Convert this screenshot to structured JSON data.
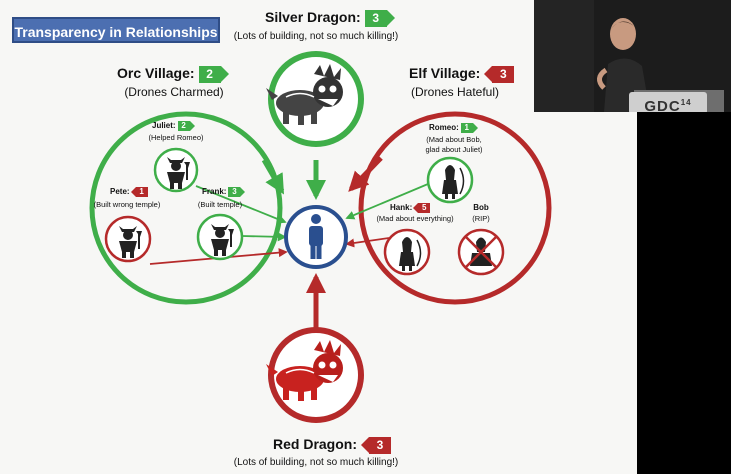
{
  "slide": {
    "title": "Transparency in Relationships",
    "silver_dragon": {
      "name": "Silver Dragon:",
      "score": "3",
      "note": "(Lots of building, not so much killing!)"
    },
    "red_dragon": {
      "name": "Red Dragon:",
      "score": "3",
      "note": "(Lots of building, not so much killing!)"
    },
    "orc_village": {
      "name": "Orc Village:",
      "score": "2",
      "note": "(Drones Charmed)"
    },
    "elf_village": {
      "name": "Elf Village:",
      "score": "3",
      "note": "(Drones Hateful)"
    },
    "juliet": {
      "name": "Juliet:",
      "score": "2",
      "note": "(Helped Romeo)"
    },
    "pete": {
      "name": "Pete:",
      "score": "1",
      "note": "(Built wrong temple)"
    },
    "frank": {
      "name": "Frank:",
      "score": "3",
      "note": "(Built temple)"
    },
    "romeo": {
      "name": "Romeo:",
      "score": "1",
      "note1": "(Mad about Bob,",
      "note2": "glad about Juliet)"
    },
    "hank": {
      "name": "Hank:",
      "score": "5",
      "note": "(Mad about everything)"
    },
    "bob": {
      "name": "Bob",
      "note": "(RIP)"
    }
  },
  "video": {
    "logo": "GDC",
    "logo_super": "14"
  },
  "colors": {
    "green": "#3fae49",
    "red": "#b52a2a",
    "blue": "#2a4f8f",
    "title_bg": "#4c6fb1"
  },
  "icons": [
    "player-icon",
    "silver-dragon-icon",
    "red-dragon-icon",
    "orc-icon",
    "elf-icon"
  ]
}
